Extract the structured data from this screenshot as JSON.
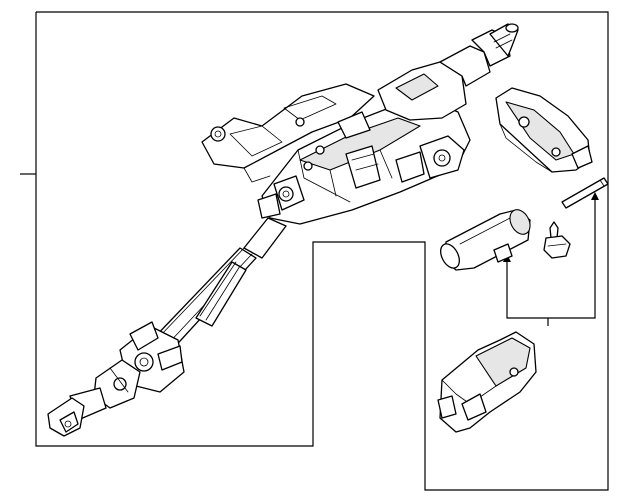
{
  "diagram": {
    "parts": [
      {
        "id": "steering-column-assembly"
      },
      {
        "id": "upper-column-shroud"
      },
      {
        "id": "adjustment-motor"
      },
      {
        "id": "mounting-bolt"
      },
      {
        "id": "retaining-pin"
      },
      {
        "id": "lower-cover"
      }
    ],
    "callouts": [
      {
        "id": "column-callout",
        "label": ""
      },
      {
        "id": "motor-callout",
        "label": ""
      }
    ]
  }
}
